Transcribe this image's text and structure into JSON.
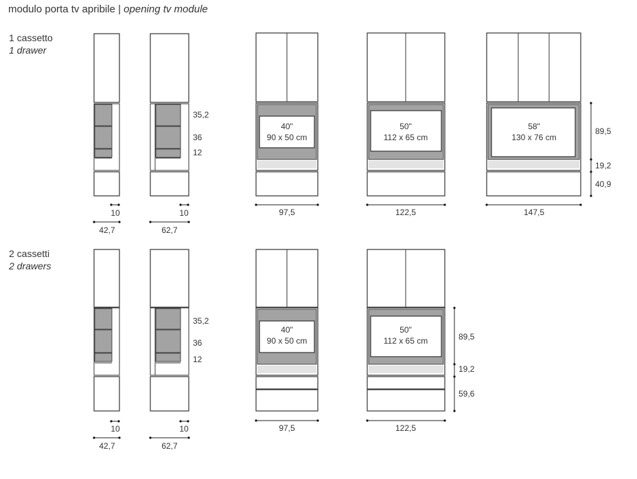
{
  "title": {
    "main": "modulo porta tv apribile",
    "separator": "|",
    "sub": "opening tv module"
  },
  "rows": [
    {
      "label": "1 cassetto",
      "label_en": "1 drawer",
      "side_dims": [
        "35,2",
        "36",
        "12"
      ],
      "depth_small": "10",
      "depth_a": "42,7",
      "depth_b": "62,7",
      "right_dims": [
        "89,5",
        "19,2",
        "40,9"
      ],
      "modules": [
        {
          "screen_size": "40\"",
          "screen_cm": "90 x 50 cm",
          "width": "97,5"
        },
        {
          "screen_size": "50\"",
          "screen_cm": "112 x 65 cm",
          "width": "122,5"
        },
        {
          "screen_size": "58\"",
          "screen_cm": "130 x 76 cm",
          "width": "147,5"
        }
      ]
    },
    {
      "label": "2 cassetti",
      "label_en": "2 drawers",
      "side_dims": [
        "35,2",
        "36",
        "12"
      ],
      "depth_small": "10",
      "depth_a": "42,7",
      "depth_b": "62,7",
      "right_dims": [
        "89,5",
        "19,2",
        "59,6"
      ],
      "modules": [
        {
          "screen_size": "40\"",
          "screen_cm": "90 x 50 cm",
          "width": "97,5"
        },
        {
          "screen_size": "50\"",
          "screen_cm": "112 x 65 cm",
          "width": "122,5"
        }
      ]
    }
  ]
}
